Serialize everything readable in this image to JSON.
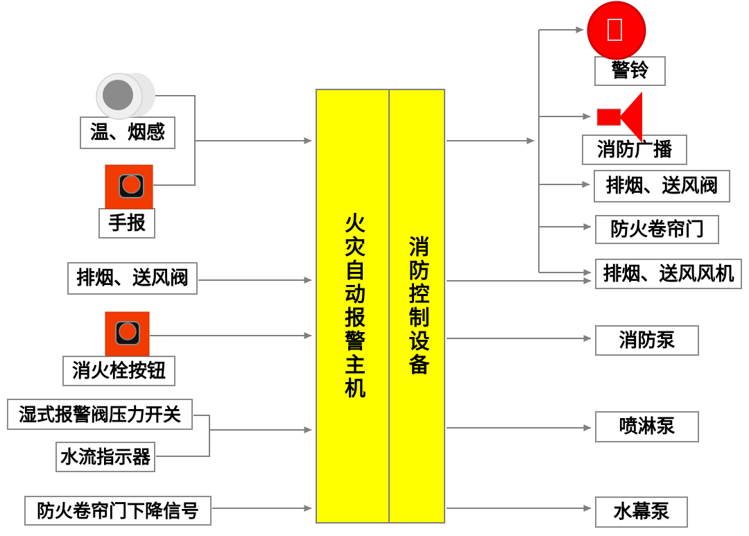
{
  "diagram": {
    "title": "fire-alarm-system-diagram",
    "center": {
      "alarm_host": "火灾自动报警主机",
      "control_equipment": "消防控制设备"
    },
    "inputs": {
      "smoke_heat": "温、烟感",
      "manual_alarm": "手报",
      "smoke_supply_valve": "排烟、送风阀",
      "hydrant_button": "消火栓按钮",
      "wet_valve_pressure_switch": "湿式报警阀压力开关",
      "water_flow_indicator": "水流指示器",
      "shutter_descent_signal": "防火卷帘门下降信号"
    },
    "outputs": {
      "alarm_bell": "警铃",
      "fire_broadcast": "消防广播",
      "smoke_supply_valve": "排烟、送风阀",
      "fire_shutter_door": "防火卷帘门",
      "smoke_supply_fan": "排烟、送风风机",
      "fire_pump": "消防泵",
      "sprinkler_pump": "喷淋泵",
      "water_curtain_pump": "水幕泵"
    },
    "icons": {
      "smoke_detector": "smoke-detector-icon",
      "manual_call_point": "manual-call-point-icon",
      "hydrant_button": "hydrant-button-icon",
      "alarm_bell": "alarm-bell-icon",
      "horn_speaker": "horn-speaker-icon"
    },
    "colors": {
      "host_fill": "#FFFF00",
      "line": "#808080",
      "alarm_red": "#FF0000",
      "call_point_red": "#F23B00",
      "box_border": "#8A8A8A"
    }
  }
}
